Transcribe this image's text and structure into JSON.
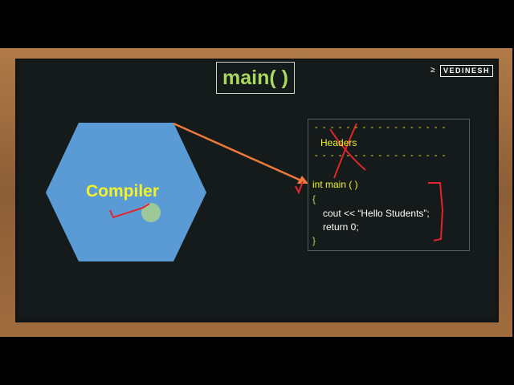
{
  "slide": {
    "title": "main( )",
    "logo_text": "VEDINESH",
    "compiler_label": "Compiler",
    "code": {
      "dash_line": "- - - - - - - - - - - - - - - - -",
      "headers_label": "Headers",
      "line_main": "int main ( )",
      "open_brace": "{",
      "cout_line": "cout << “Hello Students”;",
      "return_line": "return 0;",
      "close_brace": "}"
    }
  },
  "colors": {
    "board": "#151a1a",
    "frame": "#9a6a3f",
    "hexagon": "#5b9bd5",
    "arrow": "#f07a3a",
    "title": "#a8d85e",
    "label_yellow": "#f2f227",
    "annotation_red": "#e0262b"
  }
}
